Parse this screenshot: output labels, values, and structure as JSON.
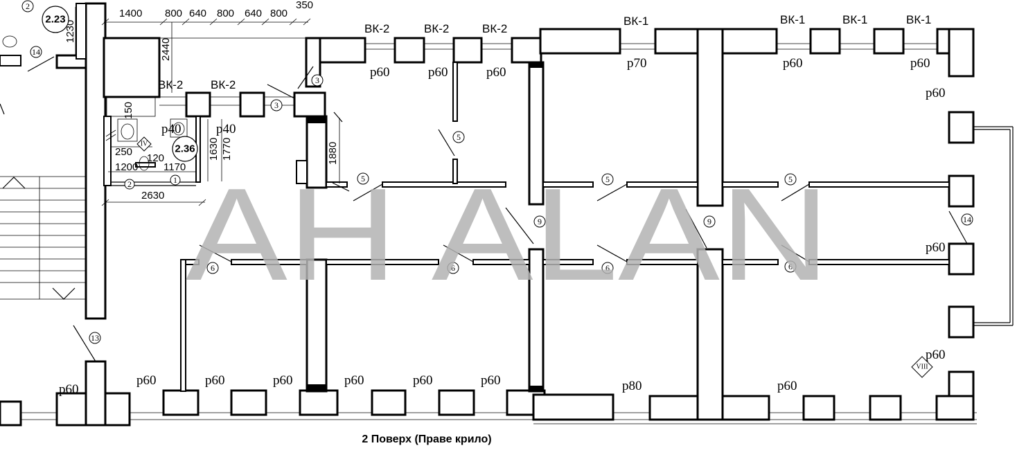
{
  "caption": "2 Поверх (Праве крило)",
  "watermark": "AH ALAN",
  "window_labels": [
    "ВК-2",
    "ВК-2",
    "ВК-2",
    "ВК-1",
    "ВК-1",
    "ВК-1",
    "ВК-1",
    "ВК-2",
    "ВК-2"
  ],
  "opening_labels": [
    "р60",
    "р60",
    "р60",
    "р70",
    "р60",
    "р60",
    "р60",
    "р60",
    "р60",
    "р60",
    "р60",
    "р60",
    "р60",
    "р60",
    "р60",
    "р80",
    "р60",
    "р60",
    "р40",
    "р40"
  ],
  "dimensions_top": [
    "1400",
    "800",
    "640",
    "800",
    "640",
    "800",
    "350"
  ],
  "dimensions_vertical": [
    "1230",
    "2440",
    "1880",
    "1630",
    "1770"
  ],
  "dimensions_small": [
    "150",
    "250",
    "120",
    "1200",
    "1170",
    "2630"
  ],
  "room_numbers": [
    "2.23",
    "2.36"
  ],
  "circle_marks": [
    "2",
    "14",
    "3",
    "3",
    "5",
    "5",
    "5",
    "5",
    "6",
    "6",
    "6",
    "6",
    "9",
    "9",
    "14",
    "13",
    "2",
    "1"
  ],
  "roman_marks": [
    "IV",
    "VIII"
  ]
}
